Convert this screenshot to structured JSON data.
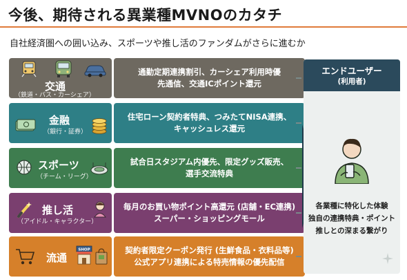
{
  "title": "今後、期待される異業種MVNOのカタチ",
  "subtitle": "自社経済圏への囲い込み、スポーツや推し活のファンダムがさらに進むか",
  "colors": {
    "accent": "#e07a3a",
    "transport": "#6e6960",
    "finance": "#2e7f86",
    "sports": "#3e7d4f",
    "oshi": "#7a3f6f",
    "retail": "#d6802a",
    "end_header": "#2b4a5c"
  },
  "categories": [
    {
      "name": "交通",
      "sub": "（鉄道・バス・カーシェア）",
      "desc": "通勤定期連携割引、カーシェア利用時優\n先通信、交通ICポイント還元",
      "icons": [
        "train-icon",
        "bus-icon",
        "car-icon"
      ]
    },
    {
      "name": "金融",
      "sub": "（銀行・証券）",
      "desc": "住宅ローン契約者特典、つみたてNISA連携、\nキャッシュレス還元",
      "icons": [
        "cash-icon",
        "coins-icon"
      ]
    },
    {
      "name": "スポーツ",
      "sub": "（チーム・リーグ）",
      "desc": "試合日スタジアム内優先、限定グッズ販売、\n選手交流特典",
      "icons": [
        "basketball-icon",
        "stadium-icon"
      ]
    },
    {
      "name": "推し活",
      "sub": "（アイドル・キャラクター）",
      "desc": "毎月のお買い物ポイント高還元 (店舗・EC連携)\nスーパー・ショッピングモール",
      "icons": [
        "penlight-icon",
        "idol-icon"
      ]
    },
    {
      "name": "流通",
      "sub": "",
      "desc": "契約者限定クーポン発行 (生鮮食品・衣料品等)\n公式アプリ連携による特売情報の優先配信",
      "icons": [
        "cart-icon",
        "shop-icon",
        "bag-icon"
      ],
      "shop_sign": "SHOP"
    }
  ],
  "end_user": {
    "title": "エンドユーザー",
    "sub": "(利用者)",
    "desc": "各業種に特化した体験\n独自の連携特典・ポイント\n推しとの深まる繋がり",
    "icon": "smartphone-user-icon"
  }
}
